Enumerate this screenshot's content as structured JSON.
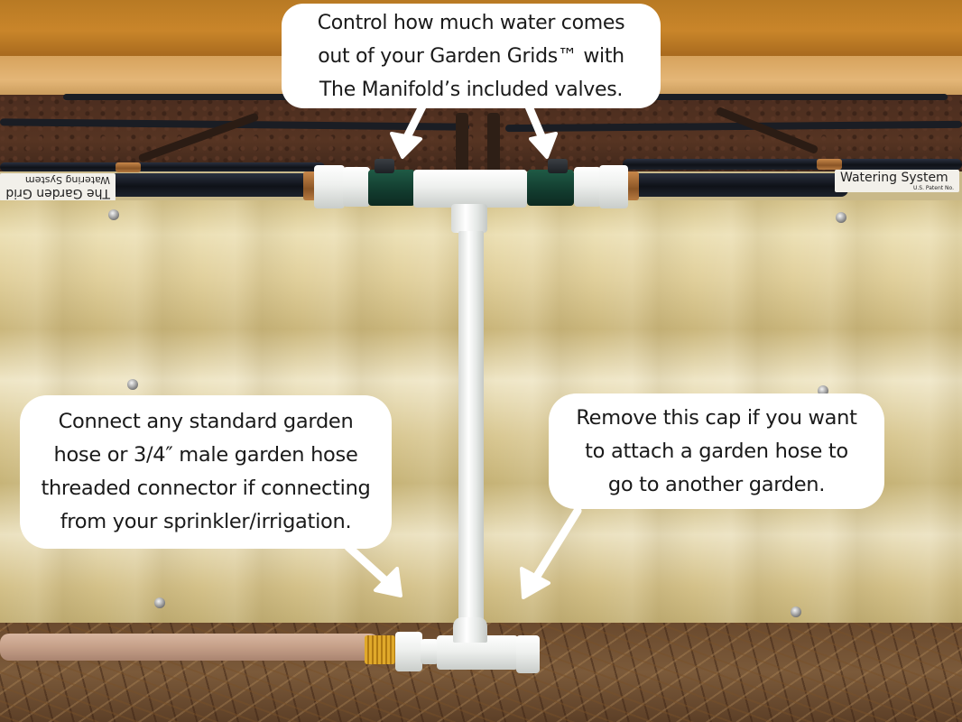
{
  "image": {
    "subject": "Garden Grid watering system manifold mounted on a raised metal garden bed",
    "accent_colors": {
      "callout_bg": "#ffffff",
      "callout_text": "#1a1a1a",
      "valve_green": "#1f5a45",
      "pvc_white": "#f2f3f1",
      "brass": "#e0a92a"
    }
  },
  "callouts": {
    "top": {
      "lines": [
        "Control how much water comes",
        "out of your Garden Grids™ with",
        "The Manifold’s included valves."
      ],
      "arrow_targets": [
        "left-valve",
        "right-valve"
      ]
    },
    "bottom_left": {
      "lines": [
        "Connect any standard garden",
        "hose or 3/4″ male garden hose",
        "threaded connector if connecting",
        "from your sprinkler/irrigation."
      ],
      "arrow_target": "hose-inlet"
    },
    "bottom_right": {
      "lines": [
        "Remove this cap if you want",
        "to attach a garden hose to",
        "go to another garden."
      ],
      "arrow_target": "outlet-cap"
    }
  },
  "tube_labels": {
    "left": {
      "line1": "The Garden Grid",
      "line2": "Watering System",
      "upside_down": true
    },
    "right": {
      "line1": "Watering System",
      "fine_print": "U.S. Patent No."
    }
  }
}
